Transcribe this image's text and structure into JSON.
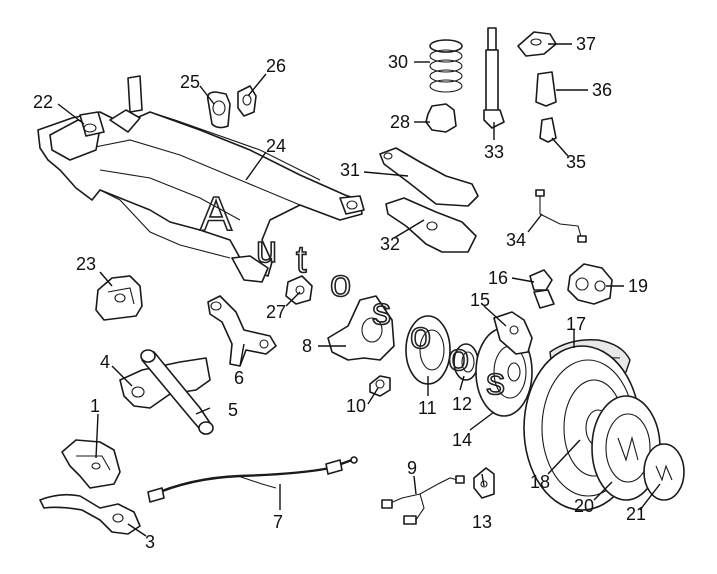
{
  "watermark": [
    "A",
    "u",
    "t",
    "o",
    "s",
    "o",
    "o",
    "s"
  ],
  "labels": [
    "1",
    "3",
    "4",
    "5",
    "6",
    "7",
    "8",
    "9",
    "10",
    "11",
    "12",
    "13",
    "14",
    "15",
    "16",
    "17",
    "18",
    "19",
    "20",
    "21",
    "22",
    "23",
    "24",
    "25",
    "26",
    "27",
    "28",
    "30",
    "31",
    "32",
    "33",
    "34",
    "35",
    "36",
    "37"
  ]
}
